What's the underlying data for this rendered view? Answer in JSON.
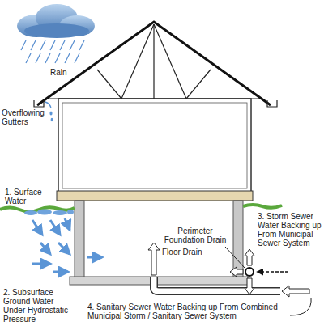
{
  "diagram": {
    "labels": [
      "Rain",
      "Overflowing Gutters",
      "1. Surface Water",
      "3. Storm Sewer Water Backing up From Municipal Sewer System",
      "Perimeter Foundation Drain",
      "Floor Drain",
      "2. Subsurface Ground Water Under Hydrostatic Pressure",
      "4. Sanitary Sewer Water Backing up From Combined Municipal Storm / Sanitary Sewer System"
    ]
  }
}
